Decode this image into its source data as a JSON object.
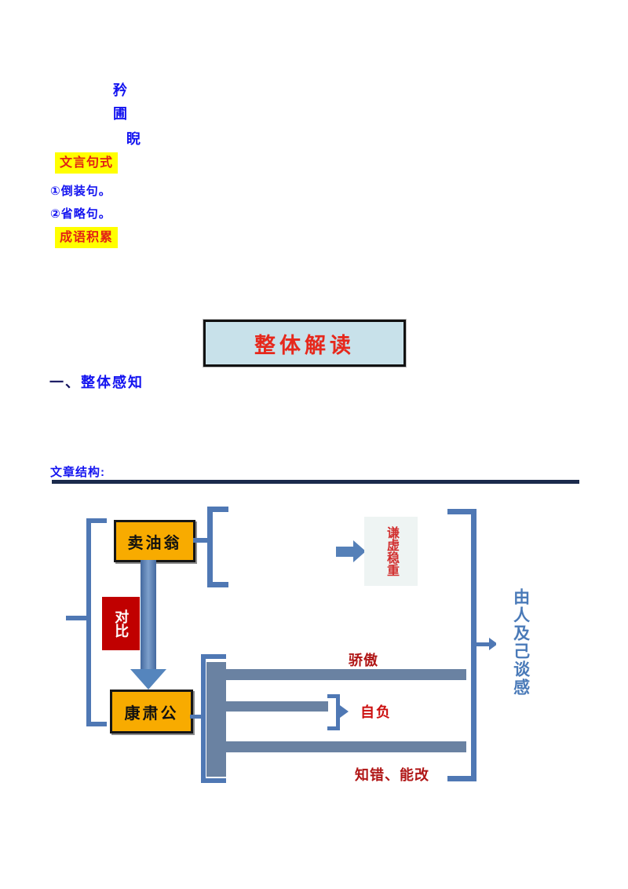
{
  "top_notes": {
    "char1": "矜",
    "char2": "圃",
    "char3": "睨"
  },
  "glossary": {
    "wenyan_label": "文言句式",
    "sentence_item1": "①倒装句。",
    "sentence_item2": "②省略句。",
    "chengyu_label": "成语积累"
  },
  "section": {
    "banner_title": "整体解读",
    "heading_number": "一、",
    "heading_text": "整体感知",
    "structure_label": "文章结构:"
  },
  "diagram": {
    "seller_box": "卖油翁",
    "compare_box": "对比",
    "kangsu_box": "康肃公",
    "seller_trait": "谦虚稳重",
    "kangsu_trait_top": "骄傲",
    "kangsu_trait_mid": "自负",
    "kangsu_trait_bottom": "知错、能改",
    "conclusion": "由人及己谈感"
  },
  "colors": {
    "accent_blue": "#1414f0",
    "highlight_yellow": "#ffff00",
    "highlight_text_red": "#e22015",
    "banner_bg": "#c8e1ea",
    "banner_text_red": "#e6281c",
    "box_orange": "#f8ab00",
    "compare_red": "#c00000",
    "steel_blue": "#4f78b4",
    "slate_band": "#6a82a2",
    "dark_red_text": "#b01616",
    "navy_line": "#1b2a4c"
  }
}
